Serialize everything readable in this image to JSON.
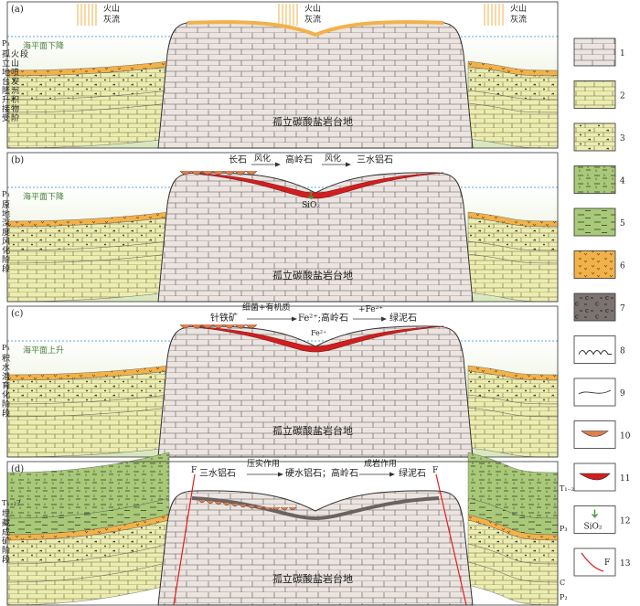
{
  "panels": [
    {
      "id": "a",
      "label": "(a)",
      "stage_code": "P₃",
      "stage_text": "孤立地台隆升接受火山喷发沉积物阶段",
      "sea_text": "海平面下降",
      "platform_label": "孤立碳酸盐岩台地",
      "volcanic_label_lines": [
        "火山",
        "灰流"
      ]
    },
    {
      "id": "b",
      "label": "(b)",
      "stage_code": "P₃",
      "stage_text": "原地深度风化阶段",
      "sea_text": "海平面下降",
      "platform_label": "孤立碳酸盐岩台地",
      "reaction": {
        "from": "长石",
        "arrow1": "风化",
        "mid": "高岭石",
        "arrow2": "风化",
        "to": "三水铝石"
      },
      "sio2": "SiO₂"
    },
    {
      "id": "c",
      "label": "(c)",
      "stage_code": "P₃",
      "stage_text": "积水潜育化阶段",
      "sea_text": "海平面上升",
      "platform_label": "孤立碳酸盐岩台地",
      "reaction": {
        "goethite": "针铁矿",
        "agent": "细菌+有机质",
        "fe": "Fe²⁺;高岭石",
        "add": "+Fe²⁺",
        "to": "绿泥石",
        "fe_small": "Fe²⁺"
      }
    },
    {
      "id": "d",
      "label": "(d)",
      "stage_code": "T₁₋₂?",
      "stage_text": "埋藏成矿阶段",
      "platform_label": "孤立碳酸盐岩台地",
      "reaction": {
        "from": "三水铝石",
        "agent1": "压实作用",
        "mid": "硬水铝石；高岭石",
        "agent2": "成岩作用",
        "to": "绿泥石"
      },
      "fault_label": "F",
      "strata_labels": [
        "T₁₋₂",
        "P₃",
        "C",
        "P₂"
      ]
    }
  ],
  "legend": [
    {
      "num": "1",
      "pattern": "limestone"
    },
    {
      "num": "2",
      "pattern": "yellow-limestone"
    },
    {
      "num": "3",
      "pattern": "volcanic-sediment"
    },
    {
      "num": "4",
      "pattern": "green-sediment"
    },
    {
      "num": "5",
      "pattern": "green-shale"
    },
    {
      "num": "6",
      "pattern": "orange-tuff"
    },
    {
      "num": "7",
      "pattern": "c-claystone"
    },
    {
      "num": "8",
      "pattern": "unconformity-wavy"
    },
    {
      "num": "9",
      "pattern": "unconformity-thin"
    },
    {
      "num": "10",
      "pattern": "orange-lens"
    },
    {
      "num": "11",
      "pattern": "red-lens"
    },
    {
      "num": "12",
      "pattern": "sio2-arrow",
      "text": "SiO₂"
    },
    {
      "num": "13",
      "pattern": "fault",
      "text": "F"
    }
  ],
  "colors": {
    "limestone": "#ebe4e1",
    "sea": "#e4eecd",
    "yellow": "#ecedb0",
    "green": "#a9c979",
    "orange": "#f2b24a",
    "red": "#d11f1f",
    "bauxite": "#e07d4a",
    "fault": "#e02020",
    "water": "#5aa8d8"
  }
}
